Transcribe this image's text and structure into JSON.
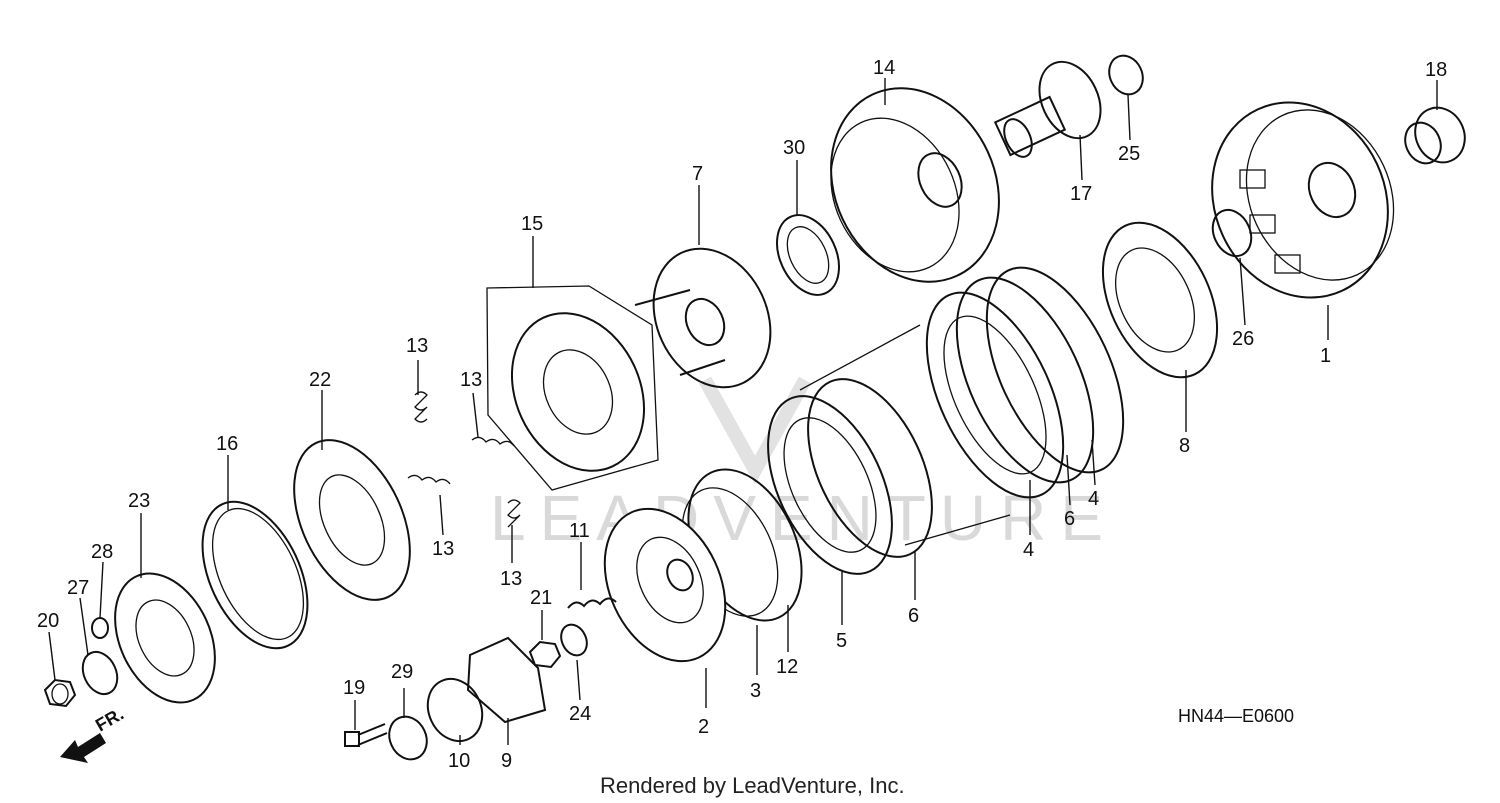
{
  "diagram_code": "HN44—E0600",
  "footer_text": "Rendered by LeadVenture, Inc.",
  "watermark_text": "LEADVENTURE",
  "direction_label": "FR.",
  "callouts": {
    "c1": "1",
    "c2": "2",
    "c3": "3",
    "c4a": "4",
    "c4b": "4",
    "c5": "5",
    "c6a": "6",
    "c6b": "6",
    "c7": "7",
    "c8": "8",
    "c9": "9",
    "c10": "10",
    "c11": "11",
    "c12": "12",
    "c13a": "13",
    "c13b": "13",
    "c13c": "13",
    "c13d": "13",
    "c14": "14",
    "c15": "15",
    "c16": "16",
    "c17": "17",
    "c18": "18",
    "c19": "19",
    "c20": "20",
    "c21": "21",
    "c22": "22",
    "c23": "23",
    "c24": "24",
    "c25": "25",
    "c26": "26",
    "c27": "27",
    "c28": "28",
    "c29": "29",
    "c30": "30"
  }
}
